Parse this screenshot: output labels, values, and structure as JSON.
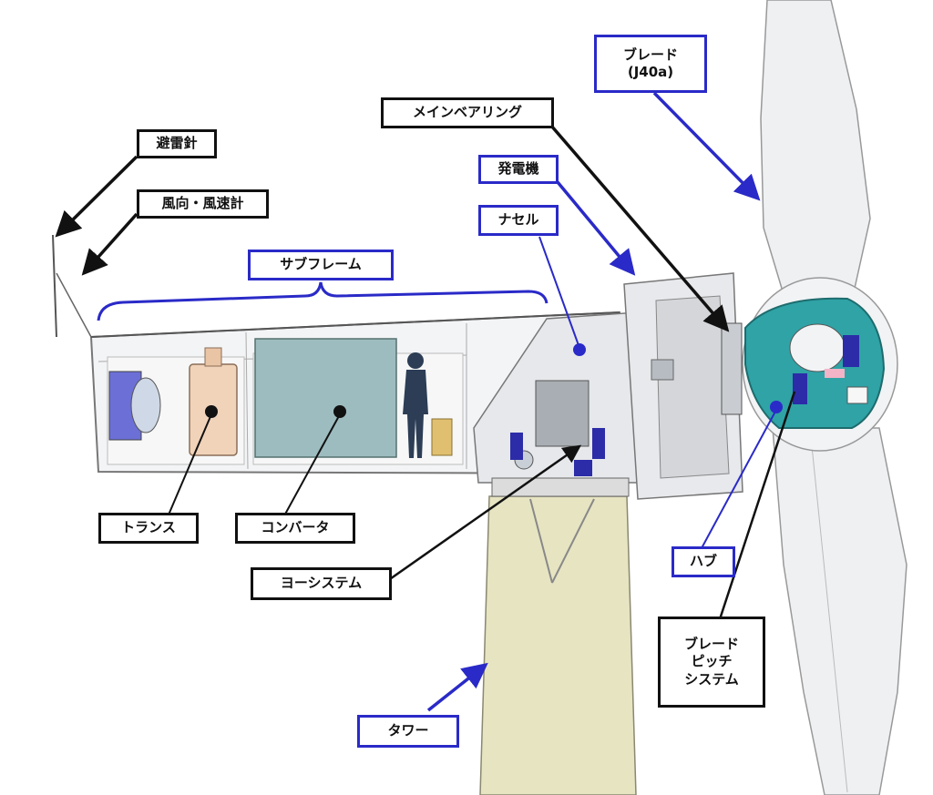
{
  "labels": {
    "hiraishin": "避雷針",
    "fuko": "風向・風速計",
    "subframe": "サブフレーム",
    "main_bearing": "メインベアリング",
    "generator": "発電機",
    "nacelle": "ナセル",
    "blade_line1": "ブレード",
    "blade_line2": "(J40a)",
    "transformer": "トランス",
    "converter": "コンバータ",
    "yaw_system": "ヨーシステム",
    "hub": "ハブ",
    "pitch_line1": "ブレード",
    "pitch_line2": "ピッチ",
    "pitch_line3": "システム",
    "tower": "タワー"
  },
  "colors": {
    "black_label": "#111111",
    "blue_label": "#2a2ac8",
    "tower": "#e7e4c2",
    "hub": "#2fa3a6",
    "converter": "#9dbcbf",
    "transformer": "#f1d3ba"
  }
}
